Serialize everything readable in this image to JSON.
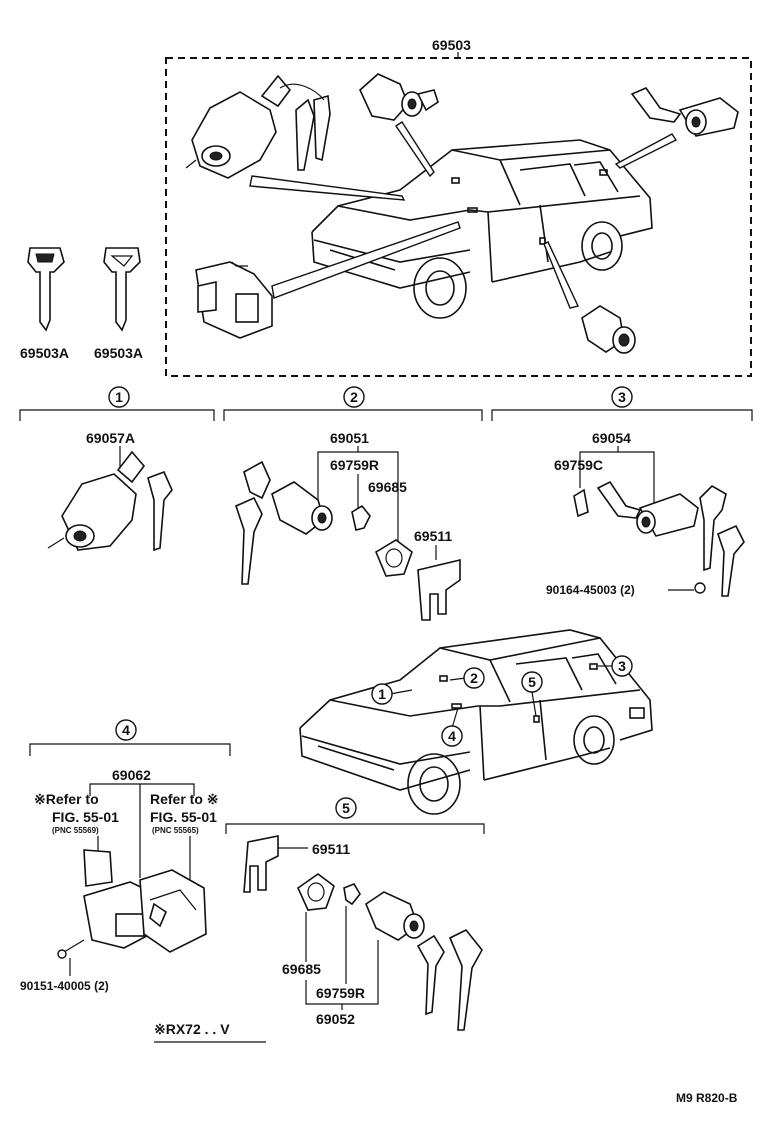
{
  "labels": {
    "lock_set": "69503",
    "key_left": "69503A",
    "key_right": "69503A",
    "ignition_cylinder": "69057A",
    "door_cyl_right": "69051",
    "door_cyl_right_lever": "69759R",
    "door_cyl_right_pad": "69685",
    "door_cyl_right_retainer": "69511",
    "back_door_cyl": "69054",
    "back_door_lever": "69759C",
    "back_door_screw": "90164-45003 (2)",
    "glove_lock": "69062",
    "glove_screw": "90151-40005 (2)",
    "retainer_lower": "69511",
    "pad_lower": "69685",
    "lever_lower": "69759R",
    "door_cyl_left": "69052",
    "code": "M9 R820-B"
  },
  "refs": {
    "left_line1": "※Refer to",
    "left_line2": "FIG. 55-01",
    "left_line3": "(PNC 55569)",
    "right_line1": "Refer to ※",
    "right_line2": "FIG. 55-01",
    "right_line3": "(PNC 55565)"
  },
  "note": "※RX72 . . V",
  "circles": [
    "1",
    "2",
    "3",
    "4",
    "5"
  ]
}
